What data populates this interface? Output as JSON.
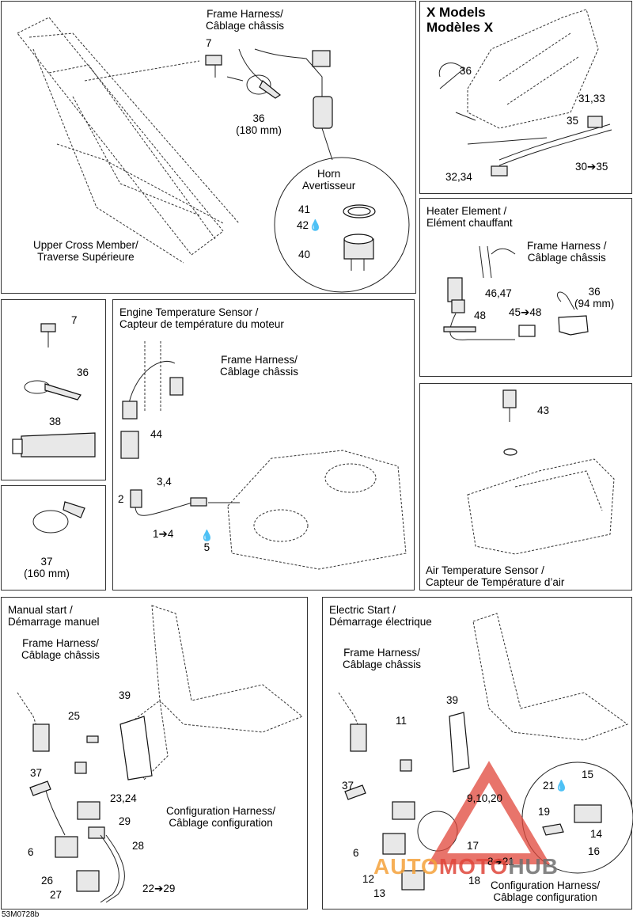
{
  "top_left": {
    "frame_harness": [
      "Frame Harness/",
      "Câblage châssis"
    ],
    "n7": "7",
    "n36": "36",
    "n36_size": "(180 mm)",
    "horn": [
      "Horn",
      "Avertisseur"
    ],
    "n41": "41",
    "n42": "42",
    "n40": "40",
    "upper_cross": [
      "Upper Cross Member/",
      "Traverse Supérieure"
    ]
  },
  "x_models": {
    "title": [
      "X Models",
      "Modèles X"
    ],
    "n36": "36",
    "n31_33": "31,33",
    "n35": "35",
    "n30_35": "30➔35",
    "n32_34": "32,34"
  },
  "heater": {
    "title": [
      "Heater Element /",
      "Elément chauffant"
    ],
    "frame_harness": [
      "Frame Harness /",
      "Câblage châssis"
    ],
    "n46_47": "46,47",
    "n36": "36",
    "n36_size": "(94 mm)",
    "n48": "48",
    "n45_48": "45➔48"
  },
  "parts_box": {
    "n7": "7",
    "n36": "36",
    "n38": "38"
  },
  "clamp_box": {
    "n37": "37",
    "n37_size": "(160 mm)"
  },
  "engine_temp": {
    "title": [
      "Engine Temperature Sensor /",
      "Capteur de température du moteur"
    ],
    "frame_harness": [
      "Frame Harness/",
      "Câblage châssis"
    ],
    "n44": "44",
    "n3_4": "3,4",
    "n2": "2",
    "n1_4": "1➔4",
    "n5": "5"
  },
  "air_temp": {
    "n43": "43",
    "title": [
      "Air Temperature Sensor /",
      "Capteur de Température d’air"
    ]
  },
  "manual_start": {
    "title": [
      "Manual start /",
      "Démarrage manuel"
    ],
    "frame_harness": [
      "Frame Harness/",
      "Câblage châssis"
    ],
    "n39": "39",
    "n25": "25",
    "n37": "37",
    "n23_24": "23,24",
    "n29": "29",
    "config": [
      "Configuration Harness/",
      "Câblage configuration"
    ],
    "n28": "28",
    "n6": "6",
    "n26": "26",
    "n27": "27",
    "n22_29": "22➔29"
  },
  "electric_start": {
    "title": [
      "Electric Start /",
      "Démarrage électrique"
    ],
    "frame_harness": [
      "Frame Harness/",
      "Câblage châssis"
    ],
    "n39": "39",
    "n11": "11",
    "n37": "37",
    "n9_10_20": "9,10,20",
    "n21": "21",
    "n15": "15",
    "n19": "19",
    "n14": "14",
    "n16": "16",
    "n6": "6",
    "n17": "17",
    "n8_21": "8➔21",
    "n12": "12",
    "n18": "18",
    "n13": "13",
    "config": [
      "Configuration Harness/",
      "Câblage configuration"
    ]
  },
  "watermark": {
    "text_a": "AUTO",
    "text_b": "MOTO",
    "text_c": "HUB",
    "color_red": "#e0463a",
    "color_orange": "#f5a23a",
    "color_gray": "#6f6f6f"
  },
  "drawing_code": "53M0728b"
}
